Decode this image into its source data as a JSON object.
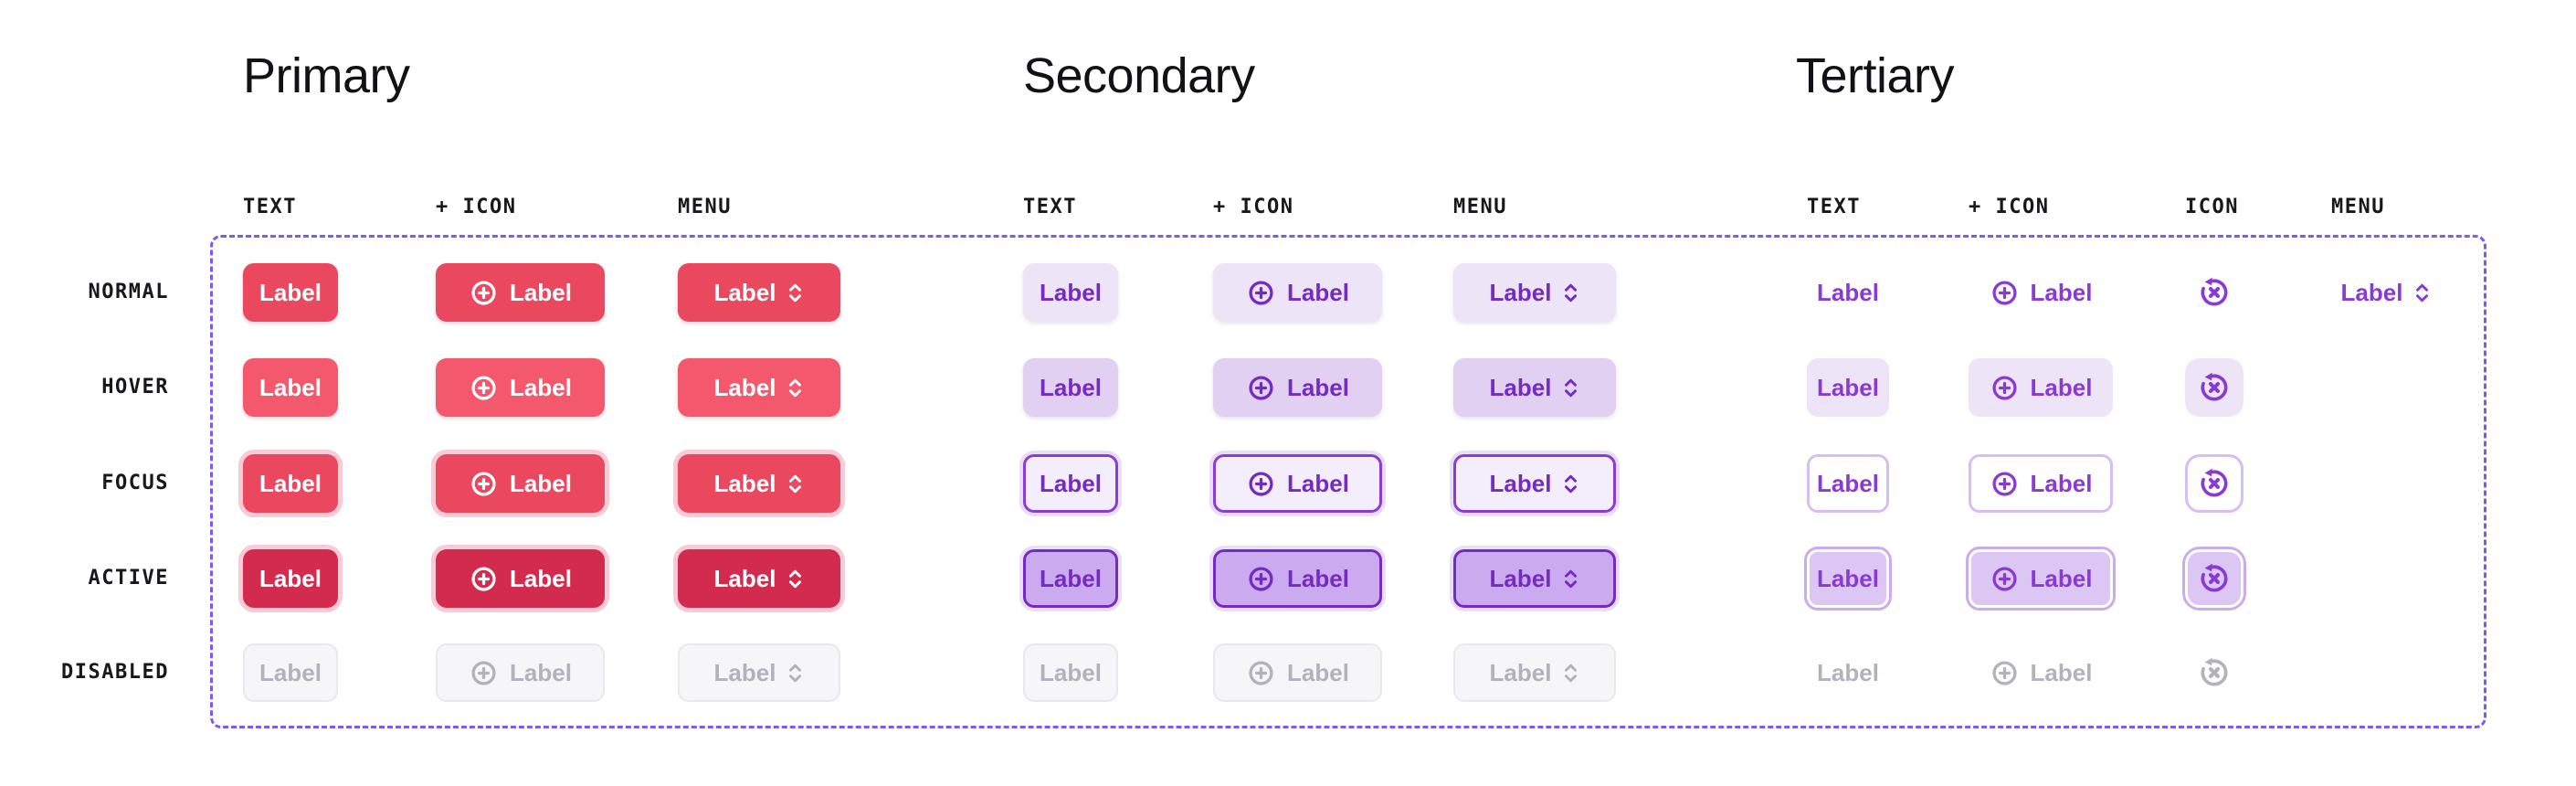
{
  "canvas": {
    "background": "#FFFFFF"
  },
  "frame": {
    "border_color": "#7B5CF2",
    "style": "dashed"
  },
  "button_label": "Label",
  "row_labels": [
    "NORMAL",
    "HOVER",
    "FOCUS",
    "ACTIVE",
    "DISABLED"
  ],
  "sections": [
    {
      "title": "Primary",
      "columns": [
        {
          "header": "TEXT",
          "variant": "text"
        },
        {
          "header": "+ ICON",
          "variant": "icon"
        },
        {
          "header": "MENU",
          "variant": "menu"
        }
      ],
      "colors": {
        "normal_bg": "#E9485F",
        "hover_bg": "#F4586C",
        "active_bg": "#D32B4E",
        "focus_ring": "#F8CBD6",
        "label_text": "#FFFFFF"
      }
    },
    {
      "title": "Secondary",
      "columns": [
        {
          "header": "TEXT",
          "variant": "text"
        },
        {
          "header": "+ ICON",
          "variant": "icon"
        },
        {
          "header": "MENU",
          "variant": "menu"
        }
      ],
      "colors": {
        "normal_bg": "#EDE4F7",
        "hover_bg": "#E1D0F2",
        "focus_bg": "#F4EDFB",
        "active_bg": "#CBAAEF",
        "accent_text": "#742BC2",
        "focus_border": "#8A3DD2",
        "focus_ring": "#E9DDF8"
      }
    },
    {
      "title": "Tertiary",
      "columns": [
        {
          "header": "TEXT",
          "variant": "text"
        },
        {
          "header": "+ ICON",
          "variant": "icon"
        },
        {
          "header": "ICON",
          "variant": "icon_only"
        },
        {
          "header": "MENU",
          "variant": "menu",
          "states": [
            "NORMAL"
          ]
        }
      ],
      "colors": {
        "accent_text": "#8A3AD3",
        "hover_bg": "#EDE4F7",
        "focus_border": "#D7BDF1",
        "active_bg": "#DCC6F3",
        "active_inner_border": "#FFFFFF",
        "active_ring": "#CBAAEF"
      }
    }
  ],
  "disabled_colors": {
    "bg": "#F6F5F8",
    "border": "#EAE8EE",
    "text": "#B3B1BC"
  },
  "heading_color": "#121216",
  "icons": {
    "plus": "plus-circle-icon",
    "menu": "unfold-more-icon",
    "icon_only": "reset-x-icon"
  }
}
